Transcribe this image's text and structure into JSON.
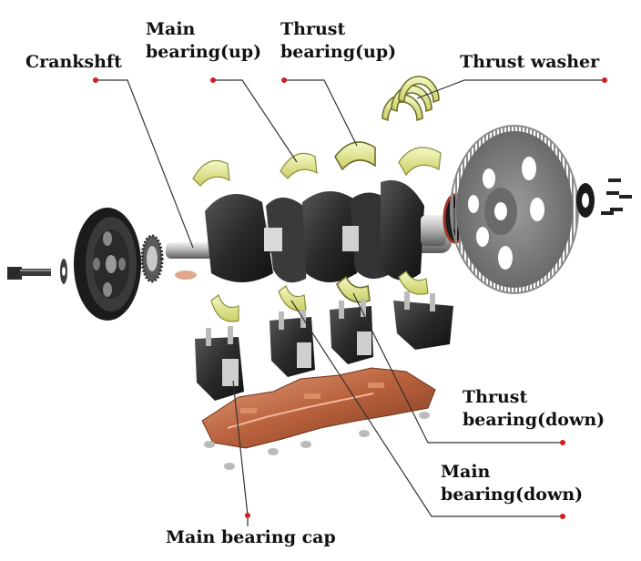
{
  "labels": {
    "crankshaft": "Crankshft",
    "main_bearing_up": {
      "line1": "Main",
      "line2": "bearing(up)"
    },
    "thrust_bearing_up": {
      "line1": "Thrust",
      "line2": "bearing(up)"
    },
    "thrust_washer": "Thrust washer",
    "thrust_bearing_down": {
      "line1": "Thrust",
      "line2": "bearing(down)"
    },
    "main_bearing_down": {
      "line1": "Main",
      "line2": "bearing(down)"
    },
    "main_bearing_cap": "Main bearing cap"
  },
  "colors": {
    "leader_dot": "#d21e1e",
    "leader_line": "#333333",
    "bearing_shell": "#e2e88e",
    "bearing_edge": "#8b8d3a",
    "crank_dark": "#2b2b2b",
    "crank_steel": "#b8b8b8",
    "flywheel": "#7c7c7c",
    "girdle_copper": "#b8603c"
  }
}
